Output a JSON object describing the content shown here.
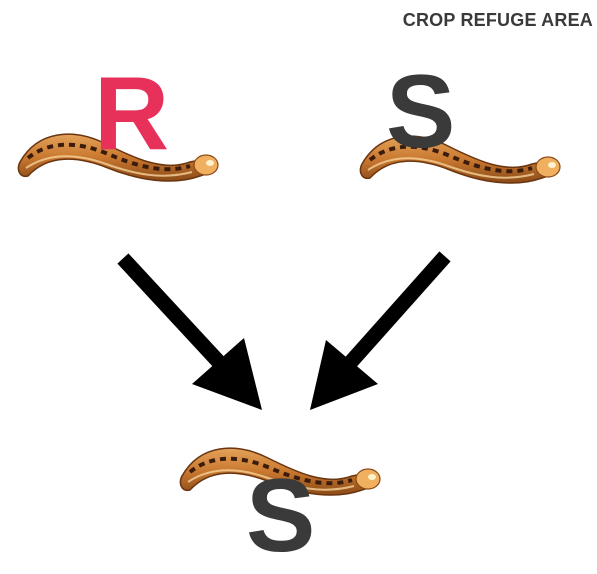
{
  "header": {
    "refuge_label": "CROP REFUGE AREA"
  },
  "parents": {
    "left_letter": "R",
    "right_letter": "S"
  },
  "offspring": {
    "letter": "S"
  },
  "colors": {
    "resistant": "#e8315a",
    "susceptible": "#3a3a3a",
    "arrow": "#000000",
    "caterpillar_body": "#c9782f",
    "caterpillar_stripe": "#3b1c0c",
    "caterpillar_head": "#f0b060"
  },
  "icons": {
    "parent_left": "caterpillar-icon",
    "parent_right": "caterpillar-icon",
    "offspring": "caterpillar-icon",
    "arrow_left": "arrow-down-right-icon",
    "arrow_right": "arrow-down-left-icon"
  }
}
